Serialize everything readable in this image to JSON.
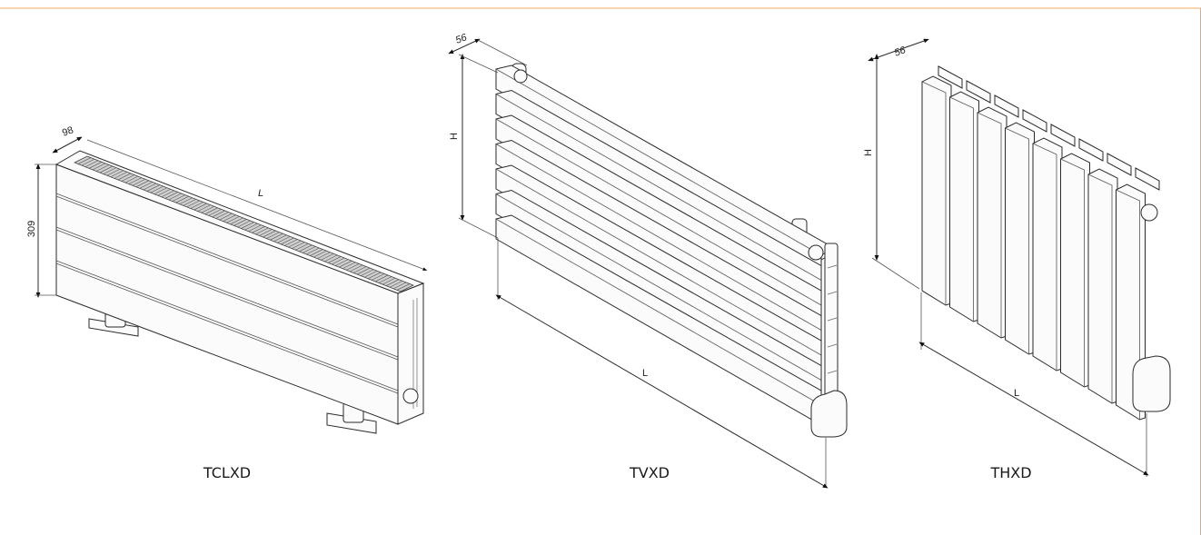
{
  "border_color": "#f0a860",
  "radiators": [
    {
      "model": "TCLXD",
      "depth_label": "98",
      "height_label": "309",
      "length_label": "L"
    },
    {
      "model": "TVXD",
      "depth_label": "56",
      "height_label": "H",
      "length_label": "L"
    },
    {
      "model": "THXD",
      "depth_label": "56",
      "height_label": "H",
      "length_label": "L"
    }
  ]
}
